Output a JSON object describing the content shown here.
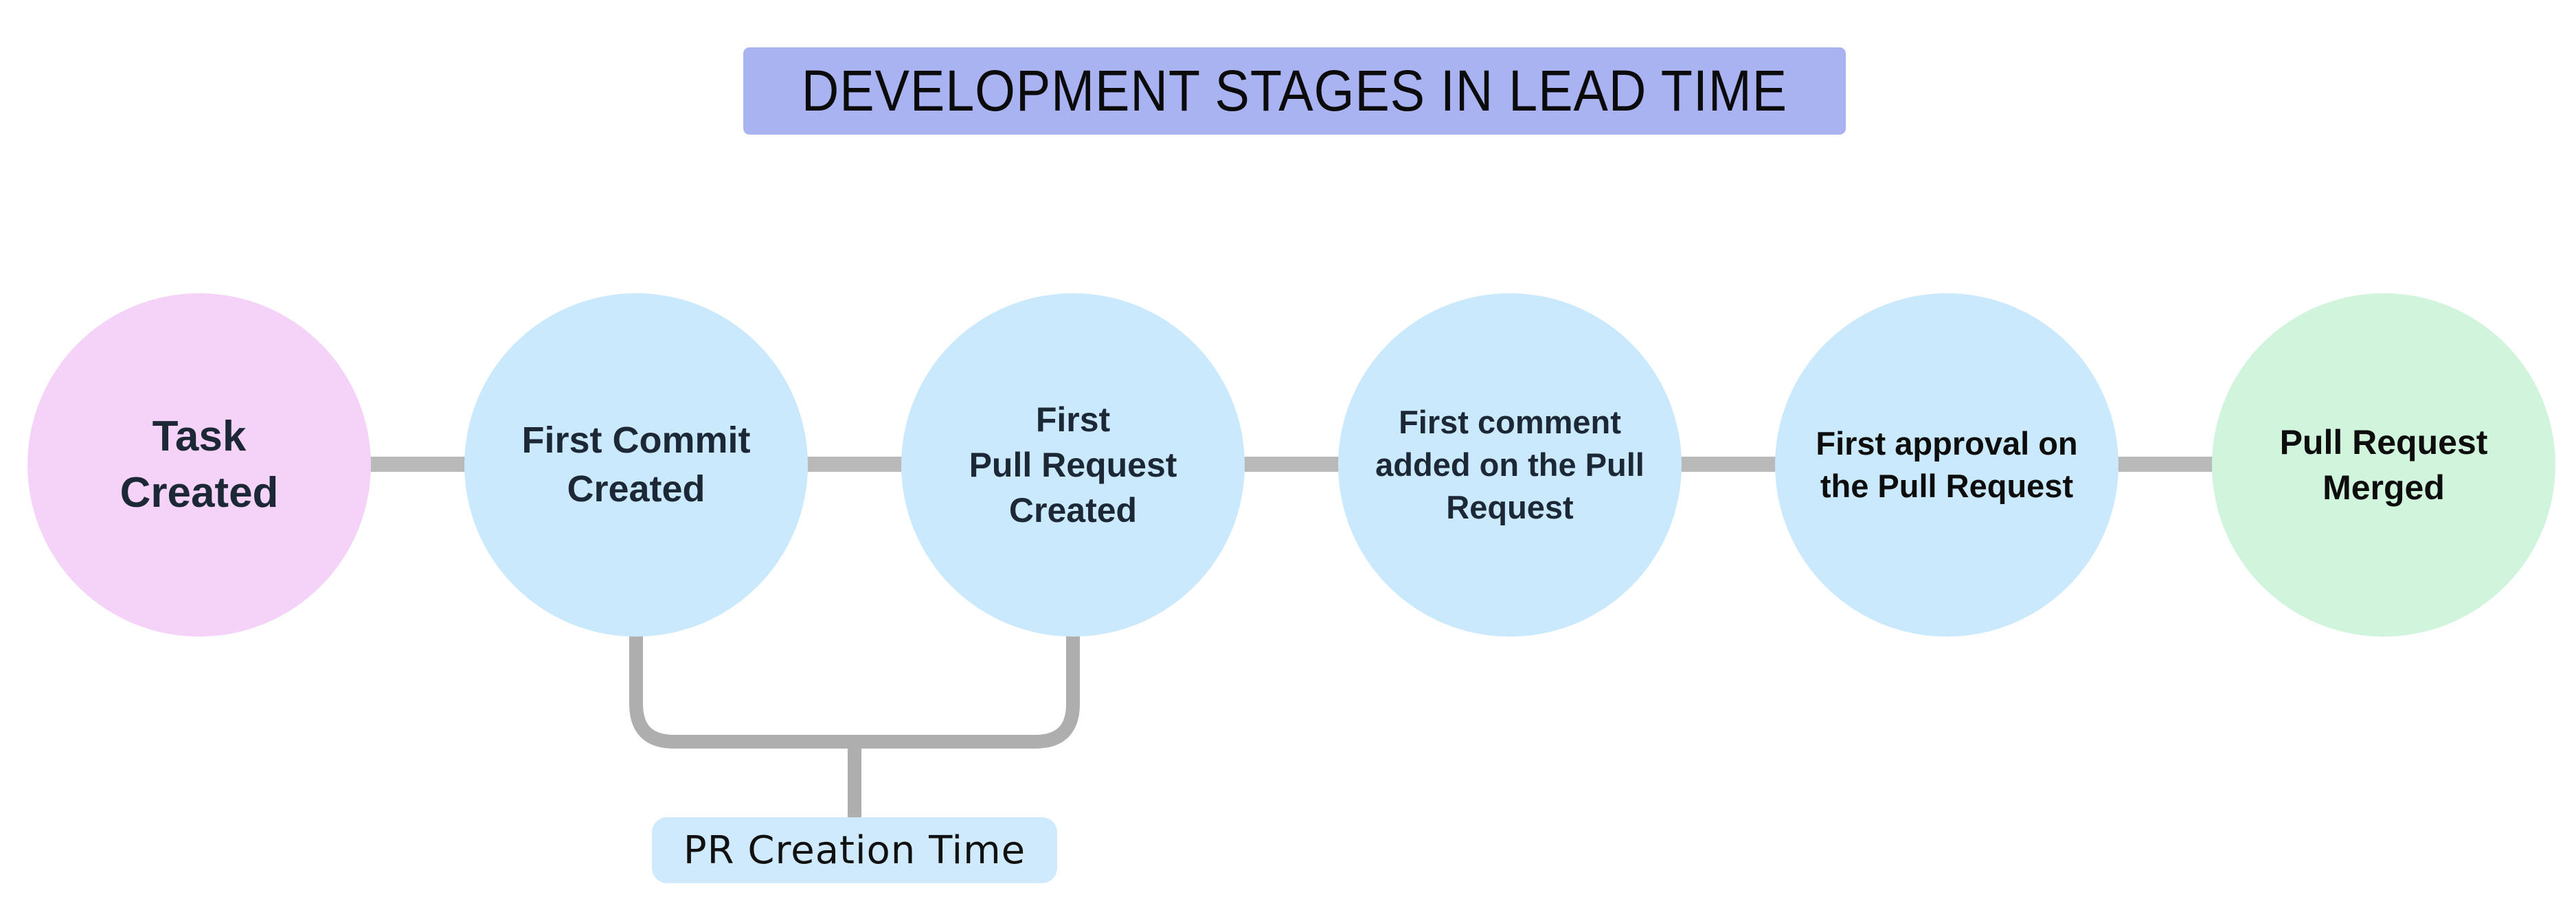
{
  "title": {
    "text": "DEVELOPMENT STAGES IN LEAD TIME",
    "bg_color": "#aab3f1",
    "text_color": "#0b0b0b"
  },
  "stages": [
    {
      "label": "Task\nCreated",
      "fill": "#f5d3f9",
      "text_color": "#1c2836"
    },
    {
      "label": "First Commit\nCreated",
      "fill": "#cbe9fc",
      "text_color": "#1c2836"
    },
    {
      "label": "First\nPull Request\nCreated",
      "fill": "#cbe9fc",
      "text_color": "#1c2836"
    },
    {
      "label": "First comment\nadded on the Pull\nRequest",
      "fill": "#cbe9fc",
      "text_color": "#1c2836"
    },
    {
      "label": "First approval on\nthe Pull Request",
      "fill": "#cbe9fc",
      "text_color": "#0d0d0d"
    },
    {
      "label": "Pull Request\nMerged",
      "fill": "#d0f4dc",
      "text_color": "#0d0d0d"
    }
  ],
  "annotation": {
    "text": "PR Creation Time",
    "bg_color": "#cfeafd",
    "text_color": "#111111"
  },
  "connectors": {
    "line_color": "#b9b9b9",
    "bracket_color": "#aeaeae"
  }
}
